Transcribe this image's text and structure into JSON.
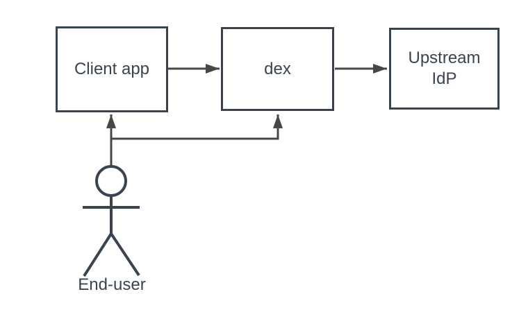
{
  "diagram": {
    "type": "flowchart",
    "description": "Authentication flow diagram with three process boxes and an end-user actor",
    "colors": {
      "background": "#FFFFFF",
      "node_border": "#3A4450",
      "node_fill": "#FFFFFF",
      "node_text": "#3A4450",
      "connector": "#474747",
      "actor": "#3A4450"
    },
    "nodes": [
      {
        "id": "client-app",
        "label": "Client app",
        "shape": "rectangle"
      },
      {
        "id": "dex",
        "label": "dex",
        "shape": "rectangle"
      },
      {
        "id": "upstream-idp",
        "label": "Upstream IdP",
        "shape": "rectangle",
        "label_lines": [
          "Upstream",
          "IdP"
        ]
      },
      {
        "id": "end-user",
        "label": "End-user",
        "shape": "actor"
      }
    ],
    "edges": [
      {
        "from": "client-app",
        "to": "dex",
        "style": "arrow-right"
      },
      {
        "from": "dex",
        "to": "upstream-idp",
        "style": "arrow-right"
      },
      {
        "from": "end-user",
        "to": "client-app",
        "style": "arrow-up"
      },
      {
        "from": "end-user",
        "to": "dex",
        "style": "arrow-up-elbow"
      }
    ]
  }
}
